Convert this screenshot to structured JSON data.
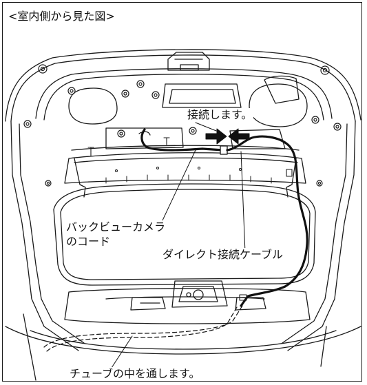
{
  "caption": "<室内側から見た図>",
  "labels": {
    "connect": "接続します。",
    "camera_line1": "バックビューカメラ",
    "camera_line2": "のコード",
    "direct_cable": "ダイレクト接続ケーブル",
    "tube": "チューブの中を通します。"
  },
  "colors": {
    "line": "#1a1a1a",
    "cable": "#111111",
    "background": "#ffffff"
  }
}
